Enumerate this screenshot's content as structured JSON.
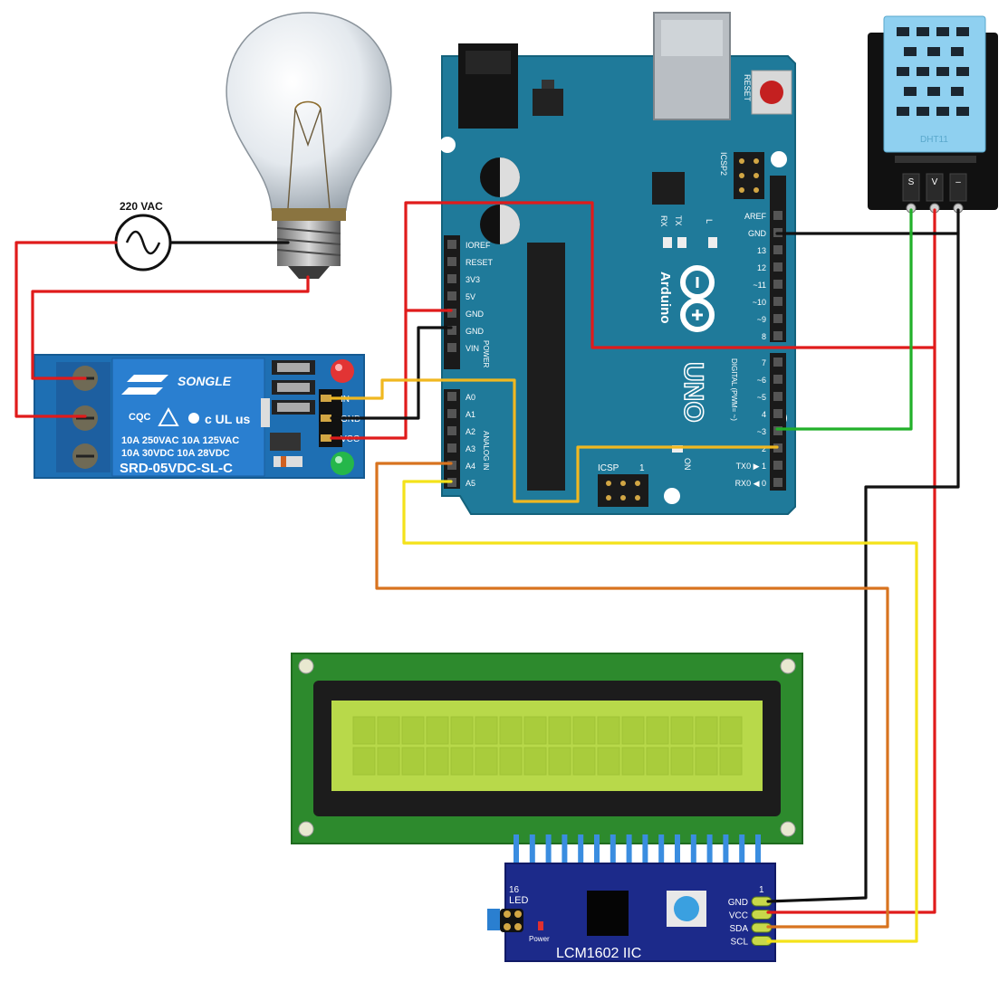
{
  "colors": {
    "arduino_board": "#1f7a9a",
    "relay_board": "#1e6fb3",
    "relay_block": "#2a7fd0",
    "lcd_frame": "#2d8a2d",
    "lcd_screen": "#b8d94a",
    "i2c_board": "#1c2a8a",
    "dht_body": "#8fd0f0",
    "wire_red": "#e01b1b",
    "wire_black": "#111111",
    "wire_green": "#22b02a",
    "wire_yellow": "#f4e21a",
    "wire_orange": "#d8731f",
    "wire_amber": "#f0b820"
  },
  "power": {
    "label": "220 VAC"
  },
  "relay": {
    "brand": "SONGLE",
    "model": "SRD-05VDC-SL-C",
    "rating_line1": "10A 250VAC   10A 125VAC",
    "rating_line2": "10A  30VDC   10A  28VDC",
    "logo_cqc": "CQC",
    "logo_ul": "c UL us",
    "pins": [
      "IN",
      "GND",
      "VCC"
    ]
  },
  "arduino": {
    "name": "UNO",
    "brand": "Arduino",
    "reset_label": "RESET",
    "icsp2_label": "ICSP2",
    "icsp_label": "ICSP",
    "icsp_num": "1",
    "tx_label": "TX",
    "rx_label": "RX",
    "l_label": "L",
    "on_label": "ON",
    "power_label": "POWER",
    "analog_label": "ANALOG IN",
    "digital_label": "DIGITAL (PWM= ~)",
    "power_pins": [
      "IOREF",
      "RESET",
      "3V3",
      "5V",
      "GND",
      "GND",
      "VIN"
    ],
    "analog_pins": [
      "A0",
      "A1",
      "A2",
      "A3",
      "A4",
      "A5"
    ],
    "digital_top": [
      "AREF",
      "GND",
      "13",
      "12",
      "~11",
      "~10",
      "~9",
      "8"
    ],
    "digital_bottom": [
      "7",
      "~6",
      "~5",
      "4",
      "~3",
      "2",
      "TX0 ▶ 1",
      "RX0 ◀ 0"
    ]
  },
  "dht": {
    "name": "DHT11",
    "pins": [
      "S",
      "V",
      "–"
    ]
  },
  "lcd": {
    "pin16_label": "16",
    "pin1_label": "1",
    "led_label": "LED",
    "power_label": "Power",
    "module_label": "LCM1602 IIC",
    "i2c_pins": [
      "GND",
      "VCC",
      "SDA",
      "SCL"
    ]
  }
}
